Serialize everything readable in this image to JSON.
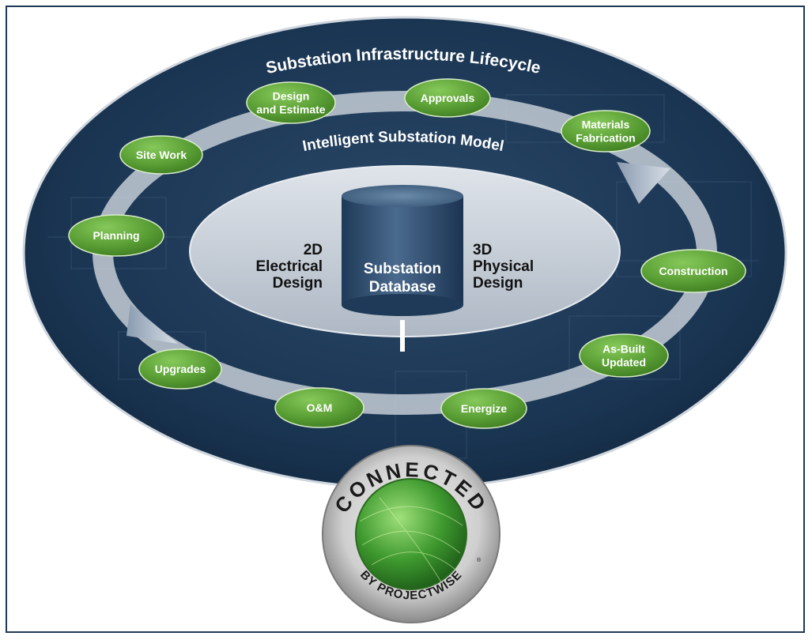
{
  "diagram": {
    "outer_title": "Substation Infrastructure Lifecycle",
    "inner_title": "Intelligent Substation Model",
    "database": {
      "line1": "Substation",
      "line2": "Database"
    },
    "left_label": {
      "line1": "2D",
      "line2": "Electrical",
      "line3": "Design"
    },
    "right_label": {
      "line1": "3D",
      "line2": "Physical",
      "line3": "Design"
    },
    "stages": [
      {
        "id": "design-and-estimate",
        "lines": [
          "Design",
          "and Estimate"
        ]
      },
      {
        "id": "approvals",
        "lines": [
          "Approvals"
        ]
      },
      {
        "id": "materials-fabrication",
        "lines": [
          "Materials",
          "Fabrication"
        ]
      },
      {
        "id": "site-work",
        "lines": [
          "Site Work"
        ]
      },
      {
        "id": "planning",
        "lines": [
          "Planning"
        ]
      },
      {
        "id": "construction",
        "lines": [
          "Construction"
        ]
      },
      {
        "id": "as-built-updated",
        "lines": [
          "As-Built",
          "Updated"
        ]
      },
      {
        "id": "upgrades",
        "lines": [
          "Upgrades"
        ]
      },
      {
        "id": "om",
        "lines": [
          "O&M"
        ]
      },
      {
        "id": "energize",
        "lines": [
          "Energize"
        ]
      }
    ]
  },
  "badge": {
    "top_text": "CONNECTED",
    "bottom_text": "BY PROJECTWISE",
    "trademark": "®"
  },
  "colors": {
    "outer_navy": "#17314d",
    "ring_gray": "#c4ccd6",
    "stage_green": "#5fa83a",
    "database_blue": "#2d4a6b",
    "inner_gray": "#c9d0d9"
  }
}
